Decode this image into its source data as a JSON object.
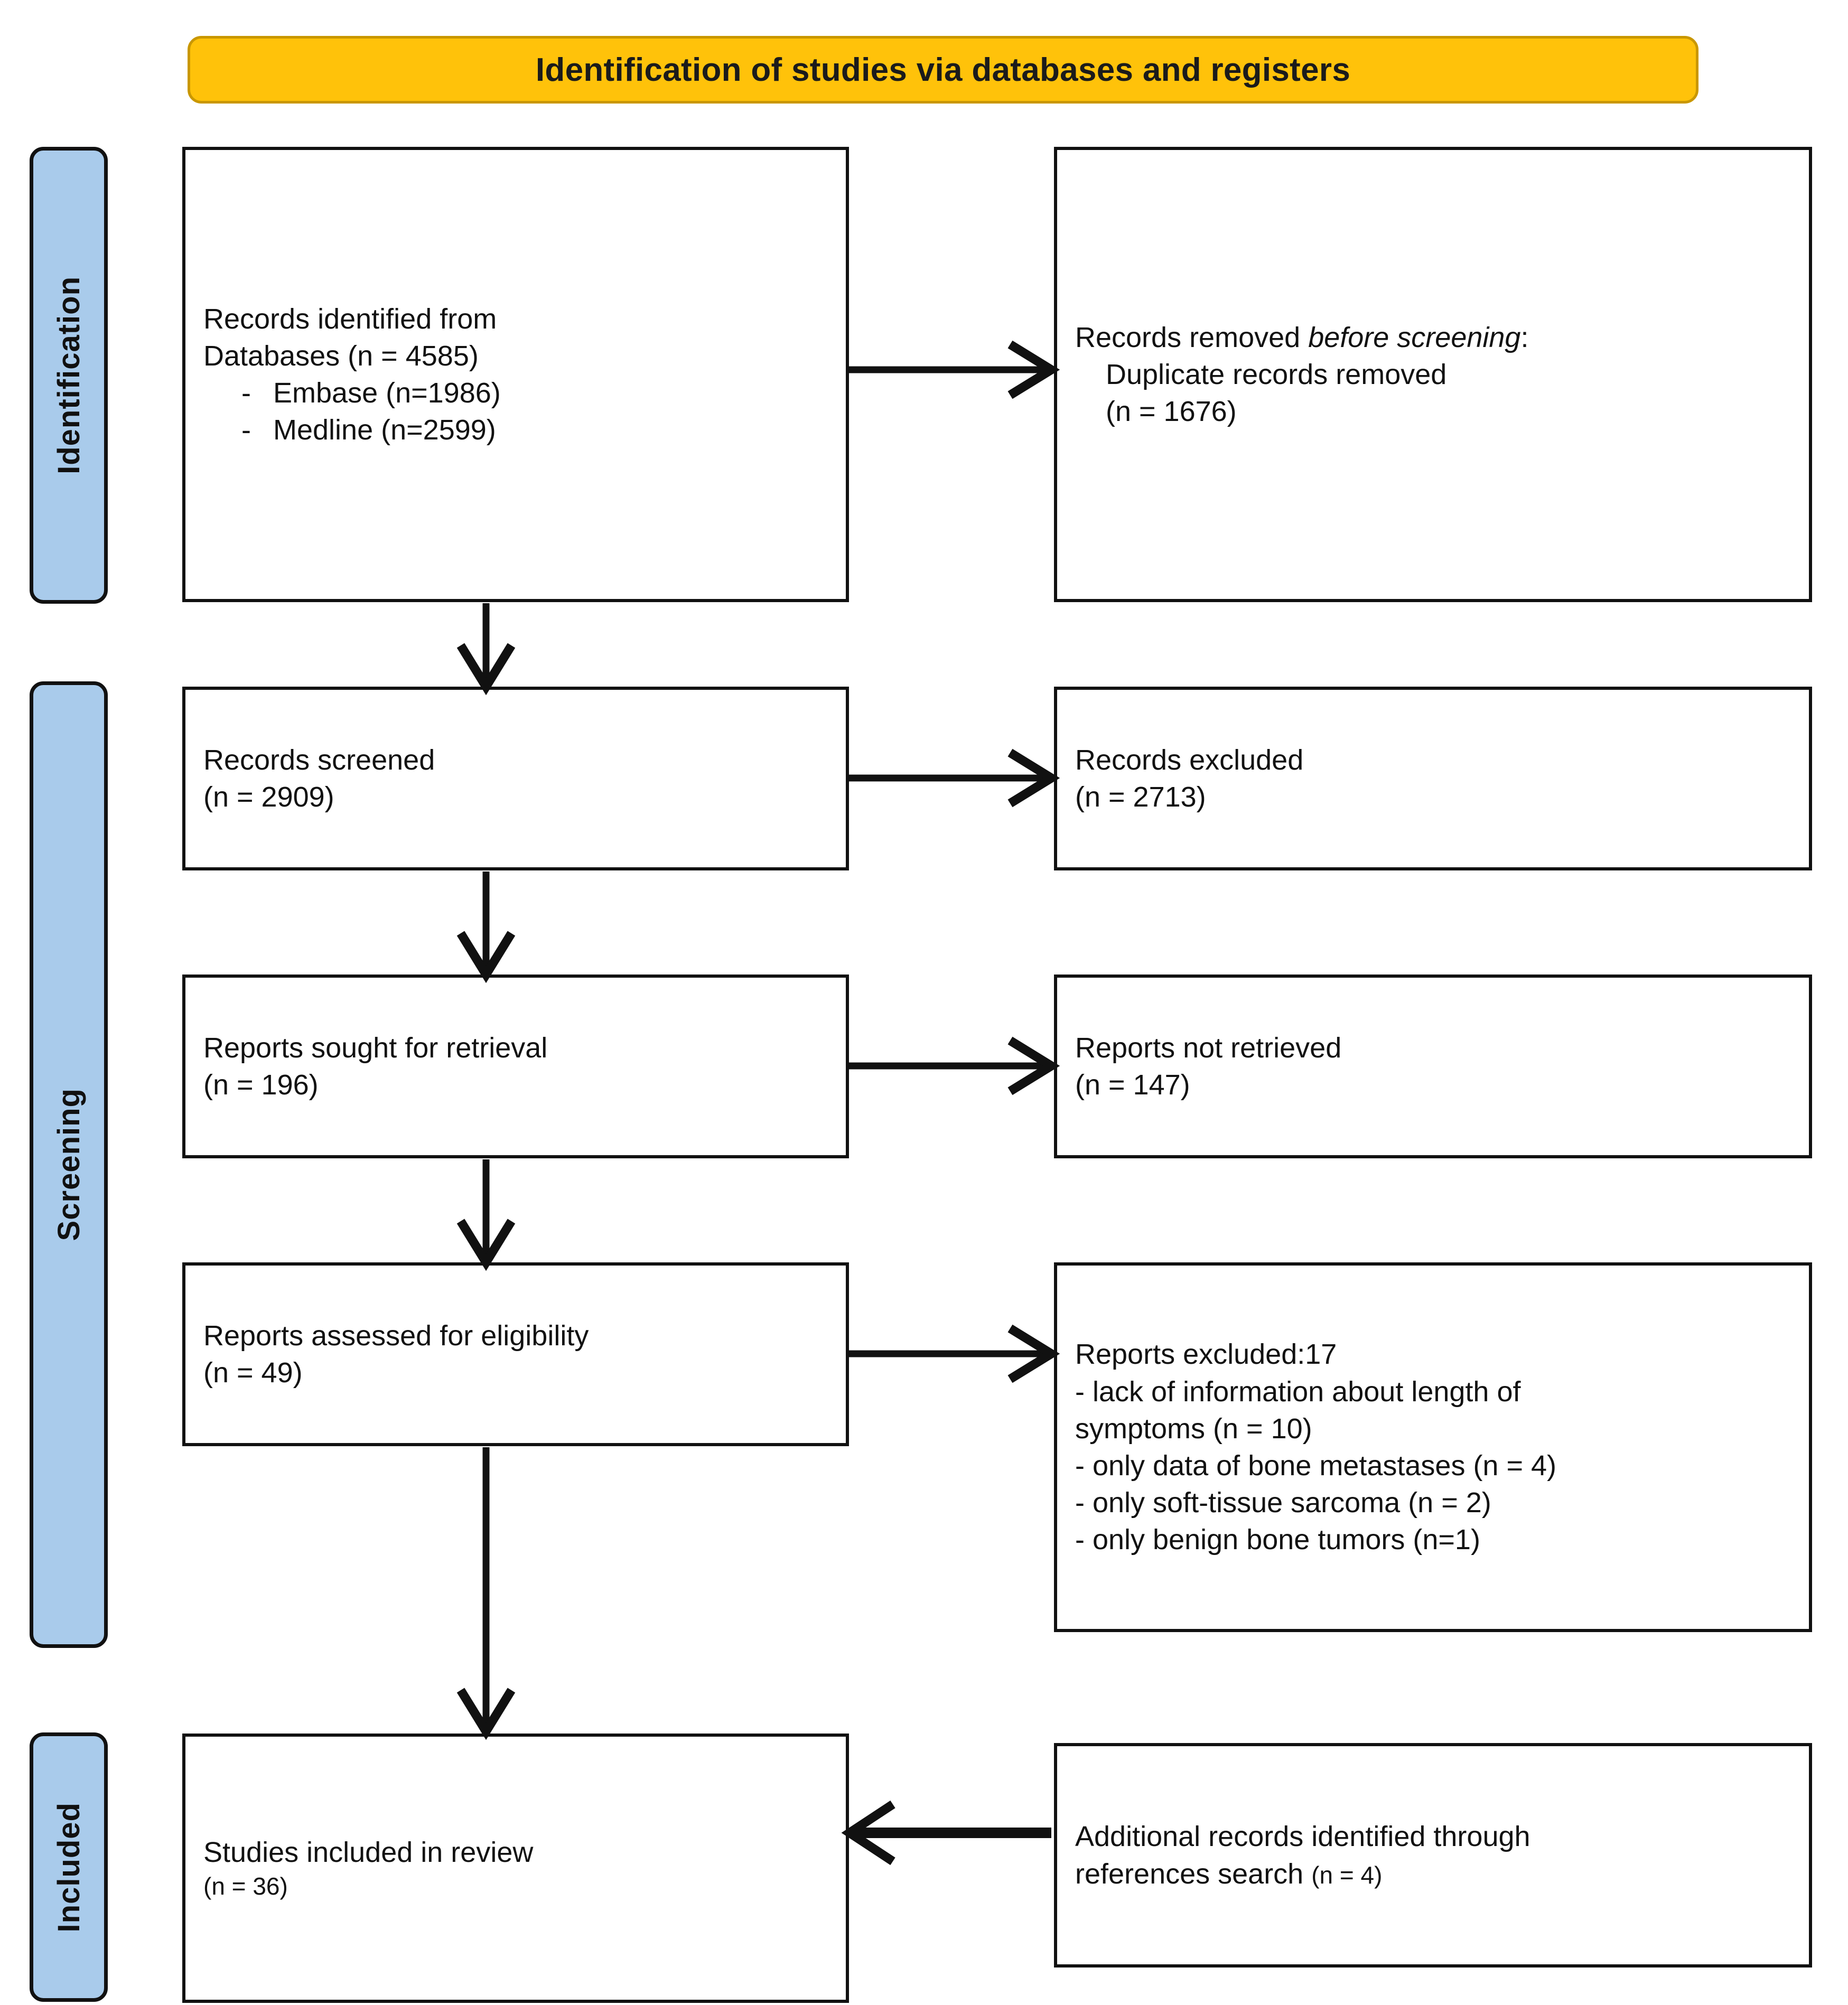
{
  "banner": {
    "title": "Identification of studies via databases and registers",
    "fill": "#FFC20A",
    "stroke": "#C99700"
  },
  "stages": [
    {
      "name": "identification",
      "label": "Identification",
      "fill": "#A9CBEB"
    },
    {
      "name": "screening",
      "label": "Screening",
      "fill": "#A9CBEB"
    },
    {
      "name": "included",
      "label": "Included",
      "fill": "#A9CBEB"
    }
  ],
  "boxes": {
    "identified": {
      "line1": "Records identified from",
      "line2": "Databases (n = 4585)",
      "bullet_mark": "-",
      "bullet1": "Embase (n=1986)",
      "bullet2": "Medline (n=2599)"
    },
    "removed": {
      "line1_prefix": "Records removed ",
      "line1_italic": "before screening",
      "line1_suffix": ":",
      "line2": "Duplicate records removed",
      "line3": "(n = 1676)"
    },
    "screened": {
      "line1": "Records screened",
      "line2": "(n = 2909)"
    },
    "excluded": {
      "line1": "Records excluded",
      "line2": "(n = 2713)"
    },
    "sought": {
      "line1": "Reports sought for retrieval",
      "line2": "(n = 196)"
    },
    "not_retrieved": {
      "line1": "Reports not retrieved",
      "line2": "(n = 147)"
    },
    "assessed": {
      "line1": "Reports assessed for eligibility",
      "line2": "(n = 49)"
    },
    "reports_excluded": {
      "line1": "Reports excluded:17",
      "line2": "- lack of information about length of",
      "line3": "symptoms (n = 10)",
      "line4": "- only data of bone metastases (n = 4)",
      "line5": "- only soft-tissue sarcoma (n = 2)",
      "line6": "- only benign bone tumors (n=1)"
    },
    "included": {
      "line1": "Studies included in review",
      "line2": "(n = 36)"
    },
    "additional": {
      "line1": "Additional records identified through",
      "line2_prefix": "references search ",
      "line2_small": "(n = 4)"
    }
  },
  "arrows": [
    {
      "name": "identified-to-removed",
      "direction": "right"
    },
    {
      "name": "identified-to-screened",
      "direction": "down"
    },
    {
      "name": "screened-to-excluded",
      "direction": "right"
    },
    {
      "name": "screened-to-sought",
      "direction": "down"
    },
    {
      "name": "sought-to-not-retrieved",
      "direction": "right"
    },
    {
      "name": "sought-to-assessed",
      "direction": "down"
    },
    {
      "name": "assessed-to-reports-excluded",
      "direction": "right"
    },
    {
      "name": "assessed-to-included",
      "direction": "down"
    },
    {
      "name": "additional-to-included",
      "direction": "left"
    }
  ]
}
